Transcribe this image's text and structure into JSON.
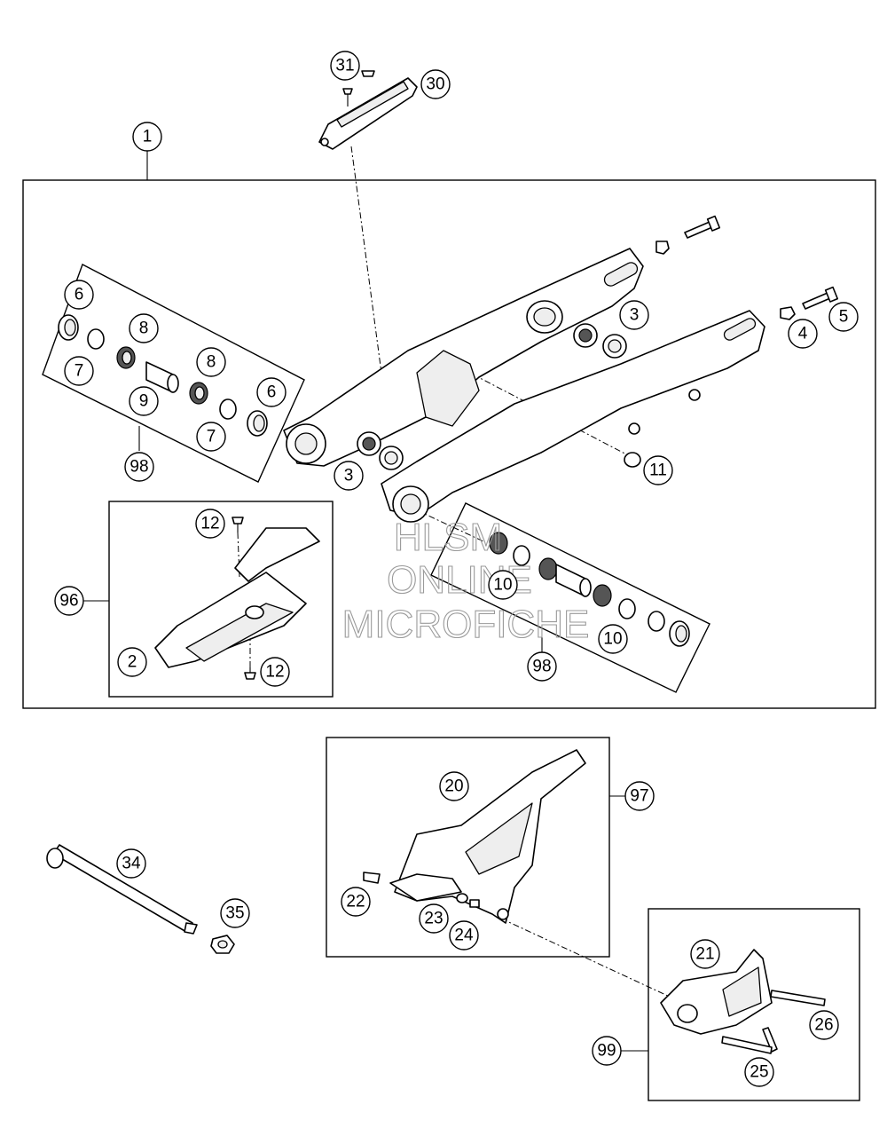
{
  "callouts": [
    "31",
    "30",
    "1",
    "6",
    "8",
    "7",
    "8",
    "9",
    "6",
    "7",
    "98",
    "3",
    "4",
    "5",
    "3",
    "11",
    "12",
    "96",
    "2",
    "12",
    "10",
    "10",
    "98",
    "20",
    "97",
    "22",
    "23",
    "24",
    "34",
    "35",
    "21",
    "26",
    "99",
    "25"
  ],
  "watermark": {
    "line1": "HLSM",
    "line2": "ONLINE",
    "line3": "MICROFICHE"
  }
}
